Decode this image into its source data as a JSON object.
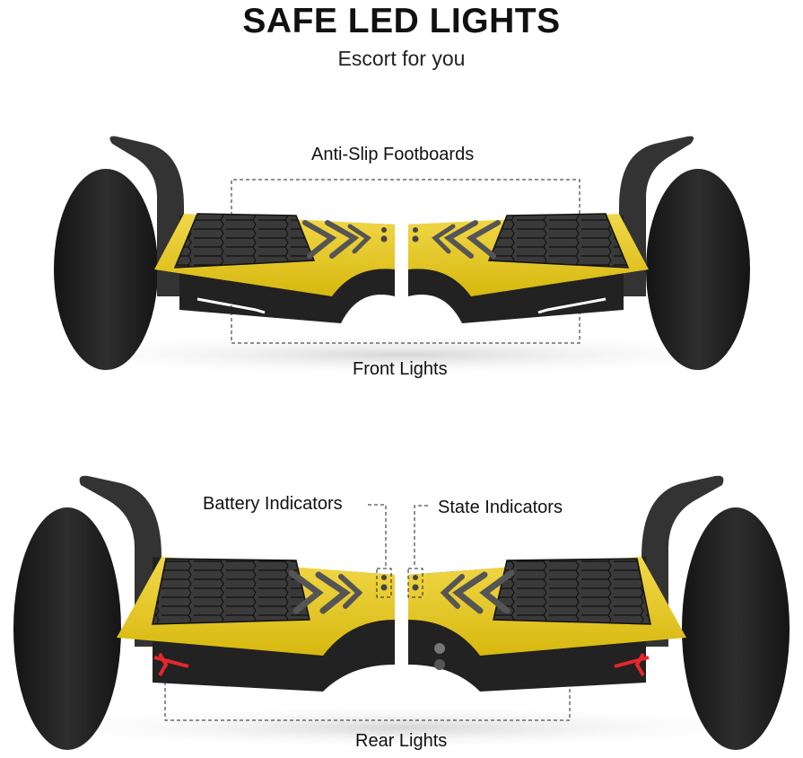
{
  "header": {
    "title": "SAFE LED LIGHTS",
    "subtitle": "Escort for you"
  },
  "callouts": {
    "footboards": "Anti-Slip Footboards",
    "front_lights": "Front Lights",
    "battery_indicators": "Battery Indicators",
    "state_indicators": "State Indicators",
    "rear_lights": "Rear Lights"
  },
  "colors": {
    "body_yellow": "#e8c81a",
    "body_dark": "#2a2a2a",
    "tire": "#1e1e1e",
    "front_light": "#ffffff",
    "rear_light": "#e8262a"
  }
}
